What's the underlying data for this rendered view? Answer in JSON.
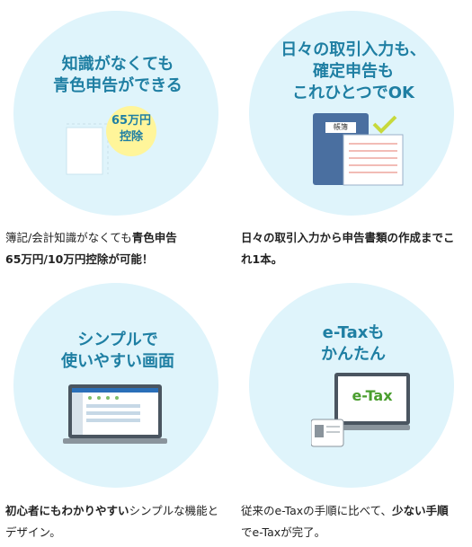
{
  "cards": [
    {
      "heading": [
        "知識がなくても",
        "青色申告ができる"
      ],
      "badge": {
        "line1": "65万円",
        "line2": "控除"
      },
      "description": [
        {
          "text": "簿記/会計知識がなくても",
          "bold": false
        },
        {
          "text": "青色申告",
          "bold": true
        },
        {
          "text": "65万円/10万円控除が可能！",
          "bold": true
        }
      ]
    },
    {
      "heading": [
        "日々の取引入力も、",
        "確定申告も",
        "これひとつでOK"
      ],
      "book_label": "帳簿",
      "description": [
        {
          "text": "日々の取引入力から申告書類の作成までこれ1本。",
          "bold": true
        }
      ]
    },
    {
      "heading": [
        "シンプルで",
        "使いやすい画面"
      ],
      "description": [
        {
          "text": "初心者にもわかりやすい",
          "bold": true
        },
        {
          "text": "シンプルな機能とデザイン。",
          "bold": false
        }
      ]
    },
    {
      "heading": [
        "e-Taxも",
        "かんたん"
      ],
      "screen_label": "e-Tax",
      "description": [
        {
          "text": "従来のe-Taxの手順に比べて、",
          "bold": false
        },
        {
          "text": "少ない手順",
          "bold": true
        },
        {
          "text": "でe-Taxが完了。",
          "bold": false
        }
      ]
    }
  ],
  "colors": {
    "heading": "#1f7fa3",
    "circle": "#dff4fb",
    "badge": "#fff59a"
  }
}
